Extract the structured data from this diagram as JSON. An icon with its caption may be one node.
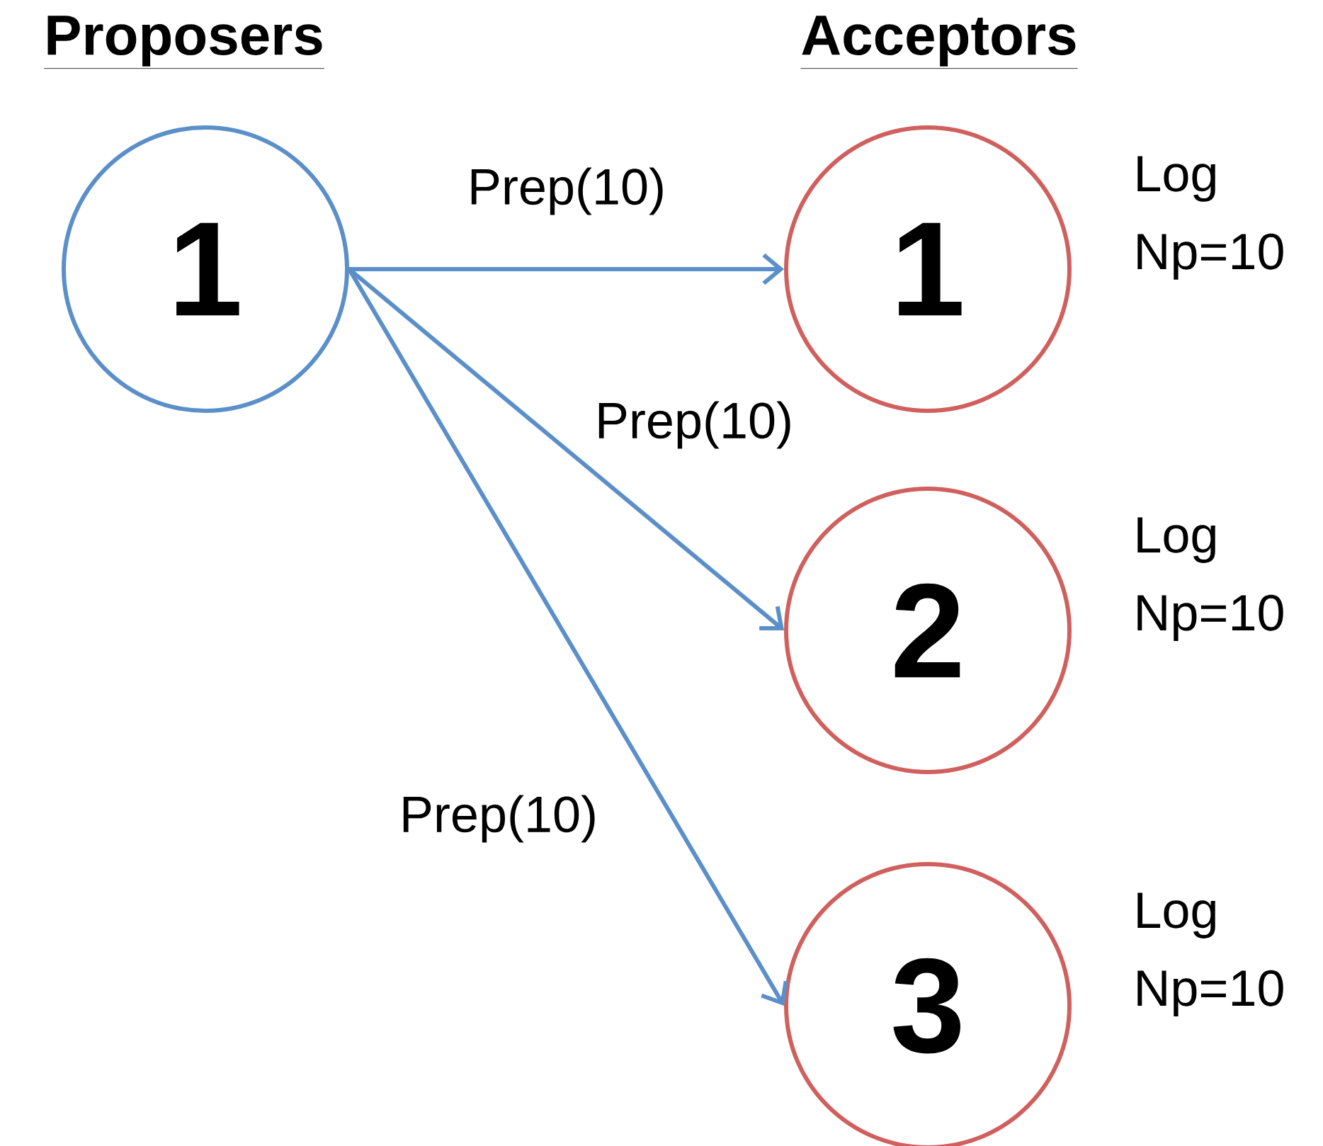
{
  "diagram": {
    "nodes": [
      {
        "text": [
          "1"
        ]
      },
      {
        "text": [
          "1"
        ],
        "beside": [
          "Log Np=10"
        ]
      },
      {
        "text": [
          "2"
        ],
        "beside": [
          "Log Np=10"
        ]
      },
      {
        "text": [
          "3"
        ],
        "beside": [
          "Log Np=10"
        ]
      }
    ],
    "edges": [
      {
        "from": 0,
        "to": 1,
        "arrow": "to",
        "label": "Prep(10)"
      },
      {
        "from": 0,
        "to": 2,
        "arrow": "to",
        "label": "Prep(10)"
      },
      {
        "from": 0,
        "to": 3,
        "arrow": "to",
        "label": "Prep(10)"
      }
    ],
    "labels": [
      "Proposers",
      "Acceptors"
    ]
  }
}
